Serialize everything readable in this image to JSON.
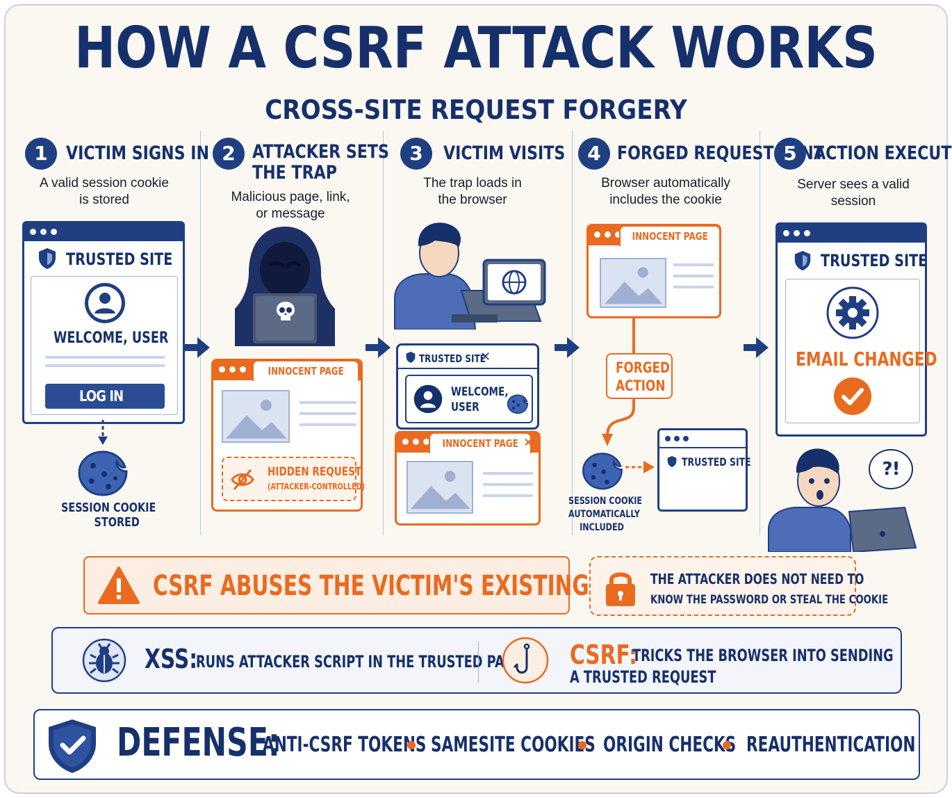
{
  "title": "HOW A CSRF ATTACK WORKS",
  "subtitle": "CROSS-SITE REQUEST FORGERY",
  "steps": [
    {
      "number": "1",
      "title": "VICTIM SIGNS IN",
      "desc_lines": [
        "A valid session cookie",
        "is stored"
      ],
      "window_title": "TRUSTED SITE",
      "welcome": "WELCOME, USER",
      "button": "LOG IN",
      "cookie_label_lines": [
        "SESSION COOKIE",
        "STORED"
      ]
    },
    {
      "number": "2",
      "title_lines": [
        "ATTACKER SETS",
        "THE TRAP"
      ],
      "desc_lines": [
        "Malicious page, link,",
        "or message"
      ],
      "page_tab": "INNOCENT PAGE",
      "hidden_request": "HIDDEN REQUEST",
      "hidden_note": "(ATTACKER-CONTROLLED)"
    },
    {
      "number": "3",
      "title": "VICTIM VISITS",
      "desc_lines": [
        "The trap loads in",
        "the browser"
      ],
      "trusted_tab": "TRUSTED SITE",
      "welcome_lines": [
        "WELCOME,",
        "USER"
      ],
      "page_tab": "INNOCENT PAGE"
    },
    {
      "number": "4",
      "title": "FORGED REQUEST SENT",
      "desc_lines": [
        "Browser automatically",
        "includes the cookie"
      ],
      "page_tab": "INNOCENT PAGE",
      "forged_lines": [
        "FORGED",
        "ACTION"
      ],
      "cookie_label_lines": [
        "SESSION COOKIE",
        "AUTOMATICALLY",
        "INCLUDED"
      ],
      "target_window": "TRUSTED SITE"
    },
    {
      "number": "5",
      "title": "ACTION EXECUTED",
      "desc_lines": [
        "Server sees a valid",
        "session"
      ],
      "window_title": "TRUSTED SITE",
      "result": "EMAIL CHANGED",
      "reaction": "?!"
    }
  ],
  "warning": {
    "text": "CSRF ABUSES THE VICTIM'S EXISTING SESSION"
  },
  "note": {
    "lines": [
      "THE ATTACKER DOES NOT NEED TO",
      "KNOW THE PASSWORD OR STEAL THE COOKIE"
    ]
  },
  "compare": {
    "xss_label": "XSS:",
    "xss_text": "RUNS ATTACKER SCRIPT IN THE TRUSTED PAGE",
    "csrf_label": "CSRF:",
    "csrf_lines": [
      "TRICKS THE BROWSER INTO SENDING",
      "A TRUSTED REQUEST"
    ]
  },
  "defense": {
    "label": "DEFENSE:",
    "items": [
      "ANTI-CSRF TOKENS",
      "SAMESITE COOKIES",
      "ORIGIN CHECKS",
      "REAUTHENTICATION"
    ]
  },
  "colors": {
    "navy": "#16306b",
    "blue": "#1f3f82",
    "orange": "#ea6a1f",
    "light_blue": "#c9d4ec",
    "background": "#fbf8f2"
  },
  "icons": [
    "shield-icon",
    "user-icon",
    "cookie-icon",
    "hooded-hacker-icon",
    "skull-icon",
    "image-icon",
    "eye-slash-icon",
    "globe-icon",
    "gear-icon",
    "check-icon",
    "warning-icon",
    "lock-icon",
    "bug-icon",
    "fishhook-icon",
    "shield-check-icon"
  ]
}
